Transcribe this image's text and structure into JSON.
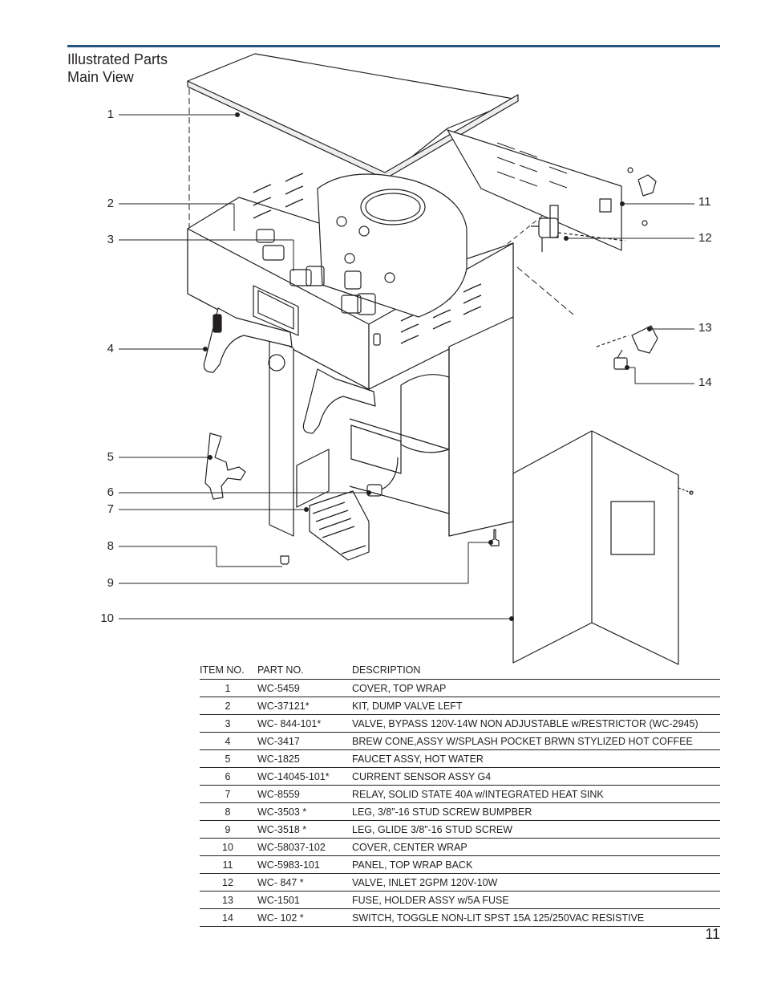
{
  "header": {
    "title_line1": "Illustrated Parts",
    "title_line2": "Main View"
  },
  "callouts": [
    "1",
    "2",
    "3",
    "4",
    "5",
    "6",
    "7",
    "8",
    "9",
    "10",
    "11",
    "12",
    "13",
    "14"
  ],
  "table": {
    "headers": [
      "ITEM NO.",
      "PART NO.",
      "DESCRIPTION"
    ],
    "rows": [
      {
        "item": "1",
        "part": "WC-5459",
        "desc": "COVER, TOP WRAP"
      },
      {
        "item": "2",
        "part": "WC-37121*",
        "desc": "KIT, DUMP VALVE LEFT"
      },
      {
        "item": "3",
        "part": "WC- 844-101*",
        "desc": "VALVE, BYPASS 120V-14W NON ADJUSTABLE w/RESTRICTOR (WC-2945)"
      },
      {
        "item": "4",
        "part": "WC-3417",
        "desc": "BREW CONE,ASSY W/SPLASH POCKET BRWN STYLIZED HOT COFFEE"
      },
      {
        "item": "5",
        "part": "WC-1825",
        "desc": "FAUCET ASSY, HOT WATER"
      },
      {
        "item": "6",
        "part": "WC-14045-101*",
        "desc": "CURRENT SENSOR ASSY G4"
      },
      {
        "item": "7",
        "part": "WC-8559",
        "desc": "RELAY, SOLID STATE 40A w/INTEGRATED HEAT SINK"
      },
      {
        "item": "8",
        "part": "WC-3503 *",
        "desc": "LEG, 3/8”-16 STUD SCREW BUMPBER"
      },
      {
        "item": "9",
        "part": "WC-3518 *",
        "desc": "LEG, GLIDE 3/8”-16 STUD SCREW"
      },
      {
        "item": "10",
        "part": "WC-58037-102",
        "desc": "COVER, CENTER WRAP"
      },
      {
        "item": "11",
        "part": "WC-5983-101",
        "desc": "PANEL, TOP WRAP BACK"
      },
      {
        "item": "12",
        "part": "WC- 847 *",
        "desc": "VALVE, INLET 2GPM 120V-10W"
      },
      {
        "item": "13",
        "part": "WC-1501",
        "desc": "FUSE, HOLDER ASSY w/5A FUSE"
      },
      {
        "item": "14",
        "part": "WC- 102 *",
        "desc": "SWITCH, TOGGLE NON-LIT SPST 15A 125/250VAC RESISTIVE"
      }
    ]
  },
  "page_number": "11",
  "colors": {
    "rule": "#27557f",
    "ink": "#231f20"
  }
}
